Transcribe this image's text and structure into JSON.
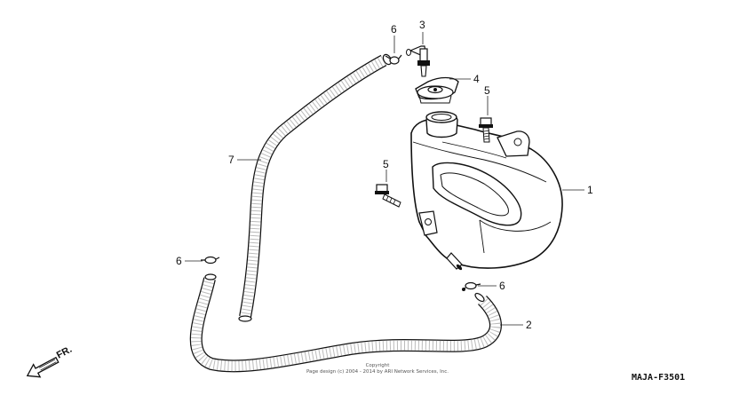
{
  "diagram": {
    "parts": [
      {
        "ref": "1",
        "name": "reservoir-tank"
      },
      {
        "ref": "2",
        "name": "overflow-hose"
      },
      {
        "ref": "3",
        "name": "elbow-fitting"
      },
      {
        "ref": "4",
        "name": "reservoir-cap"
      },
      {
        "ref": "5",
        "name": "flange-bolt"
      },
      {
        "ref": "6",
        "name": "hose-clip"
      },
      {
        "ref": "7",
        "name": "siphon-hose"
      }
    ],
    "direction_label": "FR.",
    "copyright_line1": "Copyright",
    "copyright_line2": "Page design (c) 2004 - 2014 by ARI Network Services, Inc.",
    "diagram_code": "MAJA-F3501"
  }
}
